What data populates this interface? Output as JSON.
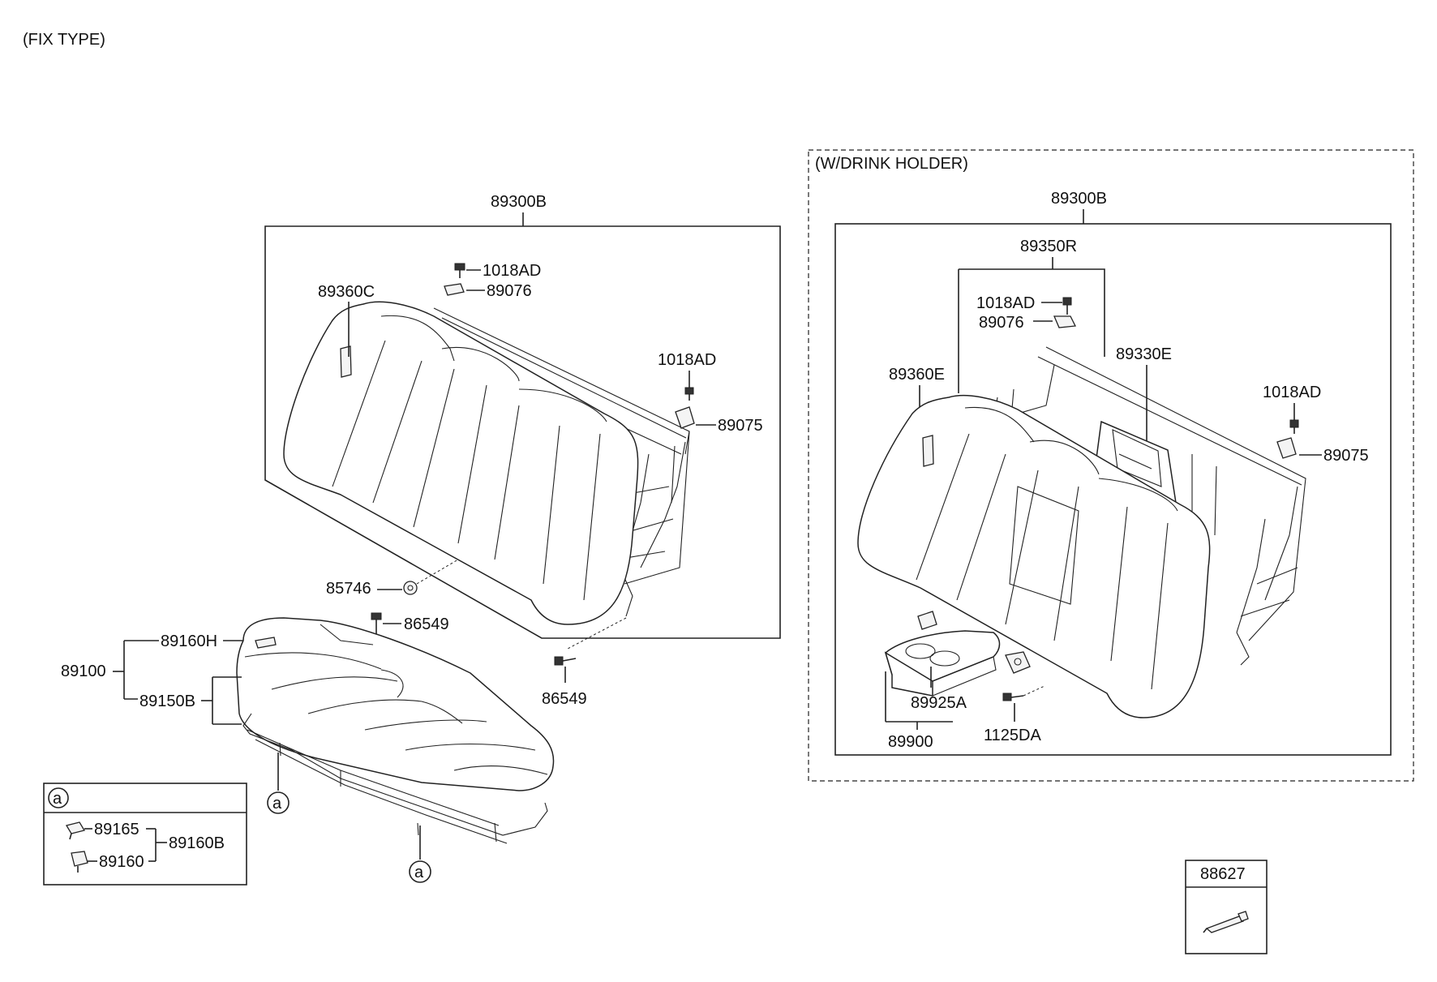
{
  "fix_type_label": "(FIX TYPE)",
  "drink_holder_label": "(W/DRINK HOLDER)",
  "callout_symbol": "a",
  "left_assembly": {
    "back_assembly": "89300B",
    "back_pad": "89360C",
    "top_bolt": "1018AD",
    "top_hinge": "89076",
    "side_bolt": "1018AD",
    "side_hinge": "89075",
    "grommet": "85746",
    "cushion_bolt": "86549",
    "frame_bolt": "86549",
    "cushion_assembly": "89100",
    "cushion_pad": "89160H",
    "cushion_cover": "89150B"
  },
  "legend_box": {
    "header": "a",
    "clip": "89165",
    "fastener": "89160",
    "set": "89160B"
  },
  "right_assembly": {
    "back_assembly": "89300B",
    "back_frame": "89350R",
    "top_bolt": "1018AD",
    "top_hinge": "89076",
    "back_pad": "89360E",
    "armrest_pad": "89330E",
    "side_bolt": "1018AD",
    "side_hinge": "89075",
    "armrest_bracket": "89925A",
    "armrest_assembly": "89900",
    "bracket_bolt": "1125DA"
  },
  "tag_box": {
    "label": "88627"
  }
}
